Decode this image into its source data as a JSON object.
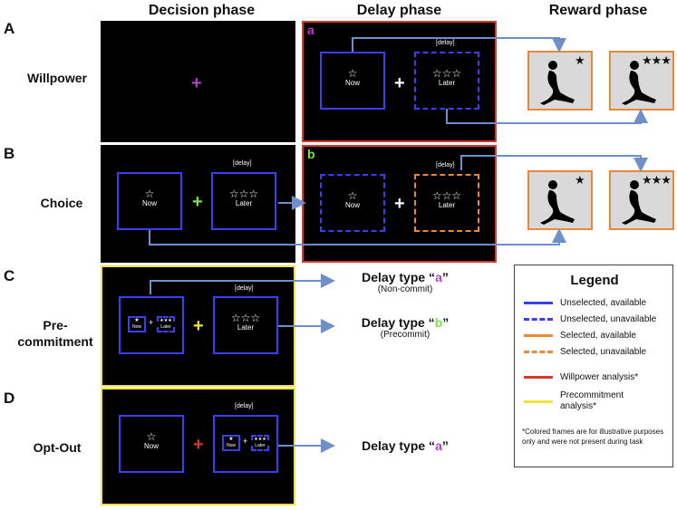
{
  "headers": {
    "decision": "Decision phase",
    "delay": "Delay phase",
    "reward": "Reward phase"
  },
  "rows": [
    {
      "letter": "A",
      "label": "Willpower"
    },
    {
      "letter": "B",
      "label": "Choice"
    },
    {
      "letter": "C",
      "label": "Pre-\ncommitment"
    },
    {
      "letter": "D",
      "label": "Opt-Out"
    }
  ],
  "options": {
    "now": "Now",
    "later": "Later",
    "delay_tag": "[delay]",
    "star_one": "☆",
    "star_three": "☆☆☆",
    "star_one_filled": "★",
    "star_three_filled": "★★★"
  },
  "fixation": "+",
  "panel_tags": {
    "a": "a",
    "b": "b"
  },
  "delay_types": {
    "a_prefix": "Delay type “",
    "a_letter": "a",
    "a_suffix": "”",
    "a_sub": "(Non-commit)",
    "b_prefix": "Delay type “",
    "b_letter": "b",
    "b_suffix": "”",
    "b_sub": "(Precommit)",
    "d_prefix": "Delay type “",
    "d_letter": "a",
    "d_suffix": "”"
  },
  "legend": {
    "title": "Legend",
    "items": [
      {
        "label": "Unselected, available"
      },
      {
        "label": "Unselected, unavailable"
      },
      {
        "label": "Selected, available"
      },
      {
        "label": "Selected, unavailable"
      },
      {
        "label": "Willpower analysis*"
      },
      {
        "label": "Precommitment\nanalysis*"
      }
    ],
    "note": "*Colored frames are for illustrative purposes only and were not present during task"
  },
  "colors": {
    "blue": "#3b3ff0",
    "orange": "#e8893a",
    "red": "#d9382e",
    "yellow": "#f2e33a",
    "purple": "#b340c8",
    "green": "#7be04a",
    "arrow": "#6f8fc8"
  }
}
